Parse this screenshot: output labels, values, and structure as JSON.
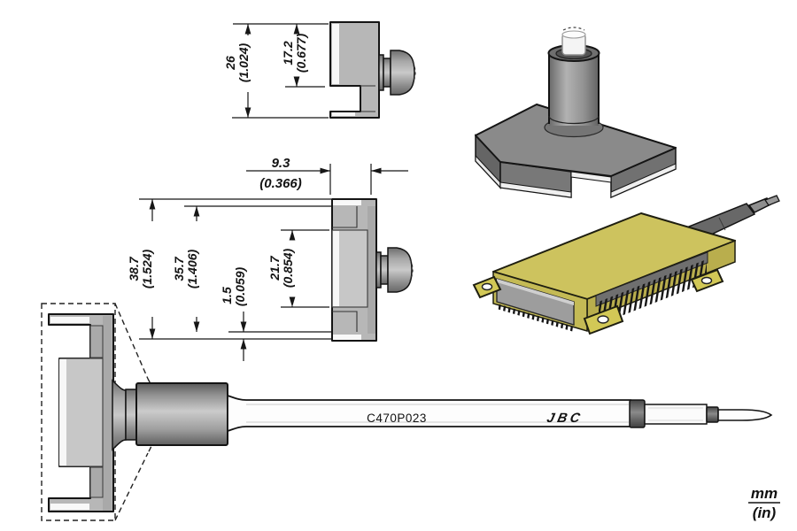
{
  "drawing": {
    "product_code": "C470P023",
    "brand": "JBC",
    "legend": {
      "primary": "mm",
      "secondary": "(in)"
    },
    "dimensions": {
      "d26": {
        "mm": "26",
        "in": "(1.024)"
      },
      "d17_2": {
        "mm": "17.2",
        "in": "(0.677)"
      },
      "d9_3": {
        "mm": "9.3",
        "in": "(0.366)"
      },
      "d38_7": {
        "mm": "38.7",
        "in": "(1.524)"
      },
      "d35_7": {
        "mm": "35.7",
        "in": "(1.406)"
      },
      "d1_5": {
        "mm": "1.5",
        "in": "(0.059)"
      },
      "d21_7": {
        "mm": "21.7",
        "in": "(0.854)"
      }
    },
    "colors": {
      "part_gray": "#b7b7b7",
      "part_face_gray": "#c7c7c7",
      "render_gray": "#8a8a8a",
      "module_yellow_top": "#cdc35e",
      "module_yellow_side": "#b9ae4d",
      "line_black": "#141414"
    }
  }
}
